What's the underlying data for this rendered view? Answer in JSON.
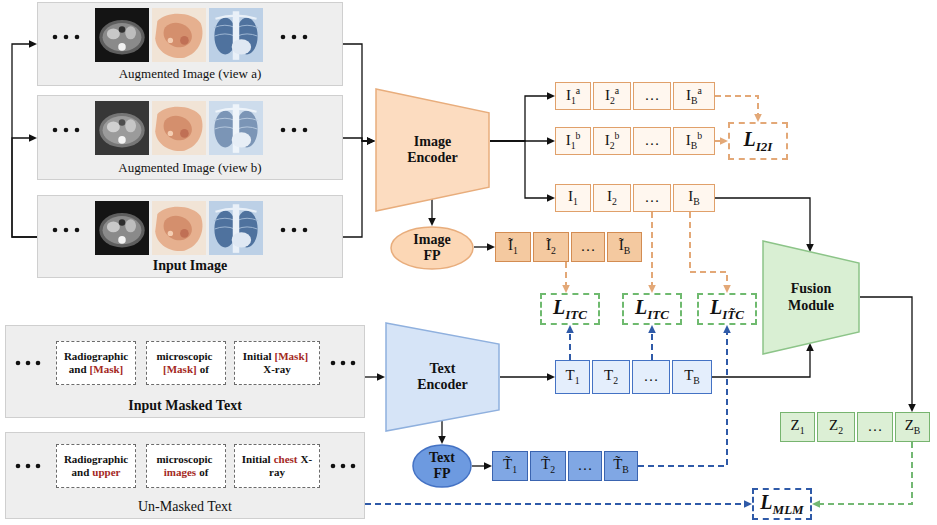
{
  "diagram": {
    "nodes": [
      {
        "text": [
          "Augmented Image (view a)"
        ]
      },
      {
        "text": [
          "Augmented Image (view b)"
        ]
      },
      {
        "text": [
          "Input Image"
        ]
      },
      {
        "text": [
          "Image Encoder"
        ]
      },
      {
        "text": [
          "I",
          "1",
          "a"
        ]
      },
      {
        "text": [
          "I",
          "2",
          "a"
        ]
      },
      {
        "text": [
          "…"
        ]
      },
      {
        "text": [
          "I",
          "B",
          "a"
        ]
      },
      {
        "text": [
          "I",
          "1",
          "b"
        ]
      },
      {
        "text": [
          "I",
          "2",
          "b"
        ]
      },
      {
        "text": [
          "…"
        ]
      },
      {
        "text": [
          "I",
          "B",
          "b"
        ]
      },
      {
        "text": [
          "I",
          "1"
        ]
      },
      {
        "text": [
          "I",
          "2"
        ]
      },
      {
        "text": [
          "…"
        ]
      },
      {
        "text": [
          "I",
          "B"
        ]
      },
      {
        "text": [
          "L",
          "I2I"
        ]
      },
      {
        "text": [
          "Image FP"
        ]
      },
      {
        "text": [
          "Ĩ",
          "1"
        ]
      },
      {
        "text": [
          "Ĩ",
          "2"
        ]
      },
      {
        "text": [
          "…"
        ]
      },
      {
        "text": [
          "Ĩ",
          "B"
        ]
      },
      {
        "text": [
          "L",
          "ITC"
        ]
      },
      {
        "text": [
          "L",
          "ITC"
        ]
      },
      {
        "text": [
          "L",
          "IT̃C"
        ]
      },
      {
        "text": [
          "Fusion Module"
        ]
      },
      {
        "text": [
          "Input Masked Text"
        ]
      },
      {
        "text": [
          "Radiographic and",
          "[Mask]"
        ],
        "in": 26
      },
      {
        "text": [
          "microscopic",
          "[Mask]",
          "of"
        ],
        "in": 26
      },
      {
        "text": [
          "Initial",
          "[Mask]",
          "X-ray"
        ],
        "in": 26
      },
      {
        "text": [
          "Text Encoder"
        ]
      },
      {
        "text": [
          "T",
          "1"
        ]
      },
      {
        "text": [
          "T",
          "2"
        ]
      },
      {
        "text": [
          "…"
        ]
      },
      {
        "text": [
          "T",
          "B"
        ]
      },
      {
        "text": [
          "Un-Masked Text"
        ]
      },
      {
        "text": [
          "Radiographic and",
          "upper"
        ],
        "in": 35
      },
      {
        "text": [
          "microscopic",
          "images",
          "of"
        ],
        "in": 35
      },
      {
        "text": [
          "Initial",
          "chest",
          "X-ray"
        ],
        "in": 35
      },
      {
        "text": [
          "Text FP"
        ]
      },
      {
        "text": [
          "T̃",
          "1"
        ]
      },
      {
        "text": [
          "T̃",
          "2"
        ]
      },
      {
        "text": [
          "…"
        ]
      },
      {
        "text": [
          "T̃",
          "B"
        ]
      },
      {
        "text": [
          "Z",
          "1"
        ]
      },
      {
        "text": [
          "Z",
          "2"
        ]
      },
      {
        "text": [
          "…"
        ]
      },
      {
        "text": [
          "Z",
          "B"
        ]
      },
      {
        "text": [
          "L",
          "MLM"
        ]
      }
    ],
    "edges": [
      {
        "from": 2,
        "to": 0,
        "arrow": "to"
      },
      {
        "from": 2,
        "to": 1,
        "arrow": "to"
      },
      {
        "from": 0,
        "to": 3,
        "arrow": "to"
      },
      {
        "from": 1,
        "to": 3,
        "arrow": "to"
      },
      {
        "from": 2,
        "to": 3,
        "arrow": "to"
      },
      {
        "from": 3,
        "to": 4,
        "arrow": "to"
      },
      {
        "from": 3,
        "to": 8,
        "arrow": "to"
      },
      {
        "from": 3,
        "to": 12,
        "arrow": "to"
      },
      {
        "from": 7,
        "to": 16,
        "arrow": "to"
      },
      {
        "from": 11,
        "to": 16,
        "arrow": "to"
      },
      {
        "from": 3,
        "to": 17,
        "arrow": "to"
      },
      {
        "from": 17,
        "to": 18,
        "arrow": "to"
      },
      {
        "from": 19,
        "to": 22,
        "arrow": "to"
      },
      {
        "from": 14,
        "to": 23,
        "arrow": "to"
      },
      {
        "from": 15,
        "to": 24,
        "arrow": "to"
      },
      {
        "from": 15,
        "to": 25,
        "arrow": "to"
      },
      {
        "from": 26,
        "to": 30,
        "arrow": "to"
      },
      {
        "from": 30,
        "to": 31,
        "arrow": "to"
      },
      {
        "from": 31,
        "to": 22,
        "arrow": "to"
      },
      {
        "from": 33,
        "to": 23,
        "arrow": "to"
      },
      {
        "from": 34,
        "to": 25,
        "arrow": "to"
      },
      {
        "from": 30,
        "to": 39,
        "arrow": "to"
      },
      {
        "from": 39,
        "to": 40,
        "arrow": "to"
      },
      {
        "from": 43,
        "to": 24,
        "arrow": "to"
      },
      {
        "from": 25,
        "to": 47,
        "arrow": "to"
      },
      {
        "from": 47,
        "to": 48,
        "arrow": "to"
      },
      {
        "from": 35,
        "to": 48,
        "arrow": "to"
      }
    ]
  }
}
